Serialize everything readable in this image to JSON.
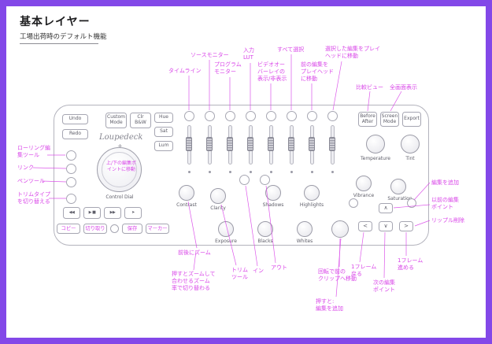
{
  "page": {
    "title": "基本レイヤー",
    "subtitle": "工場出荷時のデフォルト機能"
  },
  "colors": {
    "frame_border": "#8348e8",
    "annotation": "#d946e8",
    "device_outline": "#b3b3bd"
  },
  "device": {
    "brand": "Loupedeck",
    "brand_plus": "+",
    "control_dial_label": "Control Dial",
    "buttons": {
      "undo": "Undo",
      "redo": "Redo",
      "custom_mode": "Custom\nMode",
      "clr_bw": "Clr\nB&W",
      "hue": "Hue",
      "sat": "Sat",
      "lum": "Lum",
      "before_after": "Before\nAfter",
      "screen_mode": "Screen\nMode",
      "export": "Export",
      "rewind": "◀◀",
      "play_stop": "▶ ■",
      "forward": "▶▶",
      "cursor_tool": "➤",
      "arrow_up": "∧",
      "arrow_down": "∨",
      "arrow_left": "<",
      "arrow_right": ">"
    },
    "key_labels": {
      "copy": "コピー",
      "cut": "切り取り",
      "save": "保存",
      "marker": "マーカー"
    },
    "knobs": [
      {
        "label": "Contrast"
      },
      {
        "label": "Clarity"
      },
      {
        "label": "Shadows"
      },
      {
        "label": "Highlights"
      },
      {
        "label": "Exposure"
      },
      {
        "label": "Blacks"
      },
      {
        "label": "Whites"
      },
      {
        "label": "Temperature"
      },
      {
        "label": "Tint"
      },
      {
        "label": "Vibrance"
      },
      {
        "label": "Saturation"
      }
    ]
  },
  "annotations": [
    {
      "text": "タイムライン",
      "target": "fader-1"
    },
    {
      "text": "ソースモニター",
      "target": "fader-2"
    },
    {
      "text": "プログラム\nモニター",
      "target": "fader-3"
    },
    {
      "text": "入力\nLUT",
      "target": "fader-4"
    },
    {
      "text": "ビデオオー\nバーレイの\n表示/非表示",
      "target": "fader-5"
    },
    {
      "text": "すべて選択",
      "target": "fader-6"
    },
    {
      "text": "前の編集を\nプレイヘッド\nに移動",
      "target": "fader-7"
    },
    {
      "text": "選択した編集をプレイ\nヘッドに移動",
      "target": "fader-8"
    },
    {
      "text": "比較ビュー",
      "target": "before-after-button"
    },
    {
      "text": "全画面表示",
      "target": "screen-mode-button"
    },
    {
      "text": "ローリング編\n集ツール",
      "target": "side-button-1"
    },
    {
      "text": "リンク",
      "target": "side-button-2"
    },
    {
      "text": "ペンツール",
      "target": "side-button-3"
    },
    {
      "text": "トリムタイプ\nを切り替える",
      "target": "fn-button"
    },
    {
      "text": "上/下の編集ポ\nイントに移動",
      "target": "control-dial"
    },
    {
      "text": "前後にズーム",
      "target": "knob-contrast"
    },
    {
      "text": "押すとズームして\n合わせるズーム\n率で切り替わる",
      "target": "knob-contrast"
    },
    {
      "text": "トリム\nツール",
      "target": "knob-clarity"
    },
    {
      "text": "イン",
      "target": "in-button"
    },
    {
      "text": "アウト",
      "target": "out-button"
    },
    {
      "text": "回転で前の\nクリップへ移動",
      "target": "knob-unlabeled"
    },
    {
      "text": "1フレーム\n戻る",
      "target": "arrow-left-button"
    },
    {
      "text": "次の編集\nポイント",
      "target": "arrow-down-button"
    },
    {
      "text": "1フレーム\n進める",
      "target": "arrow-right-button"
    },
    {
      "text": "押すと:\n編集を追加",
      "target": "knob-unlabeled"
    },
    {
      "text": "編集を追加",
      "target": "right-circle-button-2"
    },
    {
      "text": "以前の編集\nポイント",
      "target": "arrow-up-button"
    },
    {
      "text": "リップル削除",
      "target": "right-circle-button-2"
    }
  ]
}
